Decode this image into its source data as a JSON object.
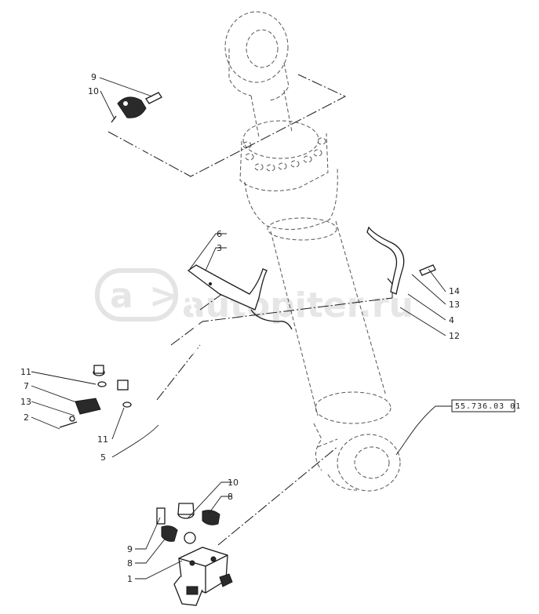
{
  "watermark": {
    "text": "autopiter.ru"
  },
  "reference_box": {
    "text": "55.736.03 01"
  },
  "callouts": [
    {
      "id": "c9-top",
      "text": "9"
    },
    {
      "id": "c10-top",
      "text": "10"
    },
    {
      "id": "c6",
      "text": "6"
    },
    {
      "id": "c3",
      "text": "3"
    },
    {
      "id": "c14",
      "text": "14"
    },
    {
      "id": "c13-right",
      "text": "13"
    },
    {
      "id": "c4",
      "text": "4"
    },
    {
      "id": "c12",
      "text": "12"
    },
    {
      "id": "c11-top",
      "text": "11"
    },
    {
      "id": "c7",
      "text": "7"
    },
    {
      "id": "c13-left",
      "text": "13"
    },
    {
      "id": "c2",
      "text": "2"
    },
    {
      "id": "c11-mid",
      "text": "11"
    },
    {
      "id": "c5",
      "text": "5"
    },
    {
      "id": "c10-bot",
      "text": "10"
    },
    {
      "id": "c8-right",
      "text": "8"
    },
    {
      "id": "c9-bot",
      "text": "9"
    },
    {
      "id": "c8-left",
      "text": "8"
    },
    {
      "id": "c1",
      "text": "1"
    }
  ]
}
